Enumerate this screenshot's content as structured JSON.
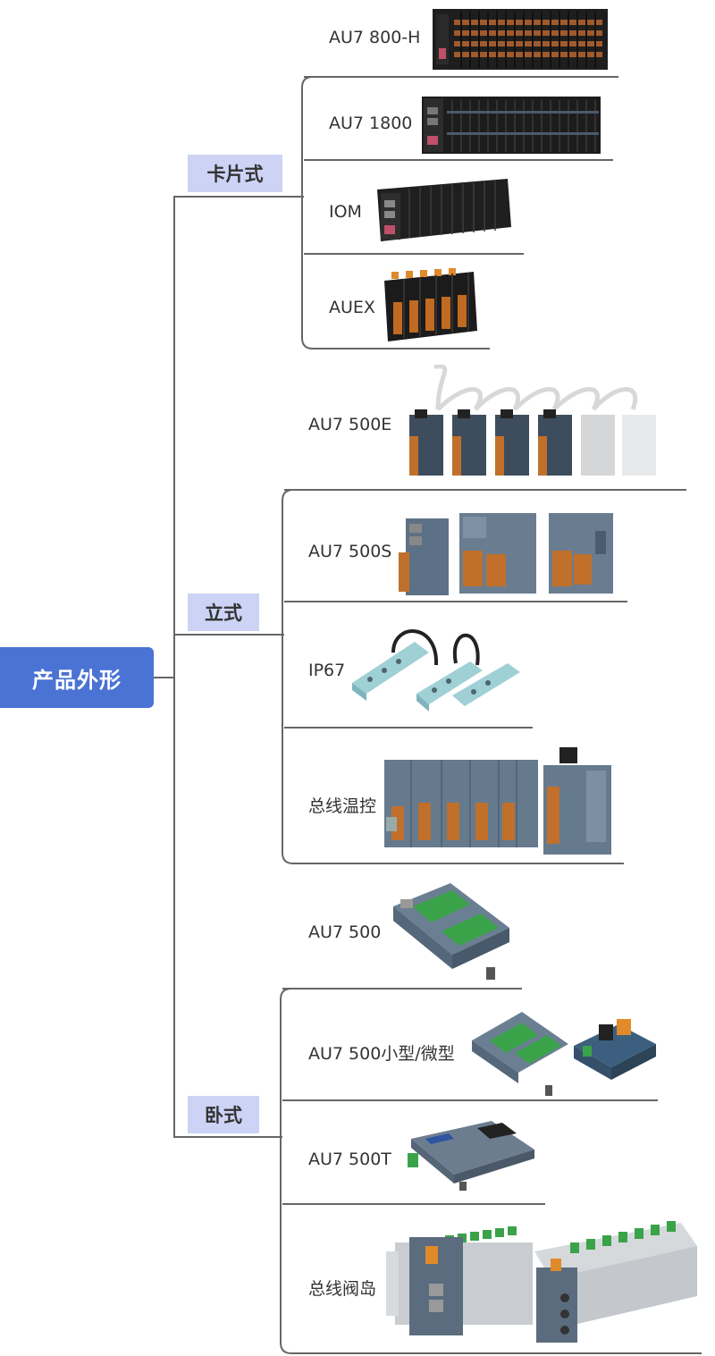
{
  "root": {
    "label": "产品外形"
  },
  "categories": [
    {
      "label": "卡片式",
      "items": [
        {
          "label": "AU7 800-H",
          "image": "black-card-io-module-strip"
        },
        {
          "label": "AU7 1800",
          "image": "black-card-io-module-strip"
        },
        {
          "label": "IOM",
          "image": "black-card-io-module-strip"
        },
        {
          "label": "AUEX",
          "image": "black-orange-card-module"
        }
      ]
    },
    {
      "label": "立式",
      "items": [
        {
          "label": "AU7 500E",
          "image": "upright-module-row-with-cables"
        },
        {
          "label": "AU7 500S",
          "image": "grey-upright-modules"
        },
        {
          "label": "IP67",
          "image": "ip67-blocks-with-cables"
        },
        {
          "label": "总线温控",
          "image": "grey-temperature-control-modules"
        }
      ]
    },
    {
      "label": "卧式",
      "items": [
        {
          "label": "AU7 500",
          "image": "horizontal-green-terminal-module"
        },
        {
          "label": "AU7 500小型/微型",
          "image": "small-horizontal-modules"
        },
        {
          "label": "AU7 500T",
          "image": "grey-horizontal-module"
        },
        {
          "label": "总线阀岛",
          "image": "valve-island-modules"
        }
      ]
    }
  ],
  "colors": {
    "root": "#4a73d4",
    "category": "#ccd3f5",
    "line": "#666666"
  }
}
